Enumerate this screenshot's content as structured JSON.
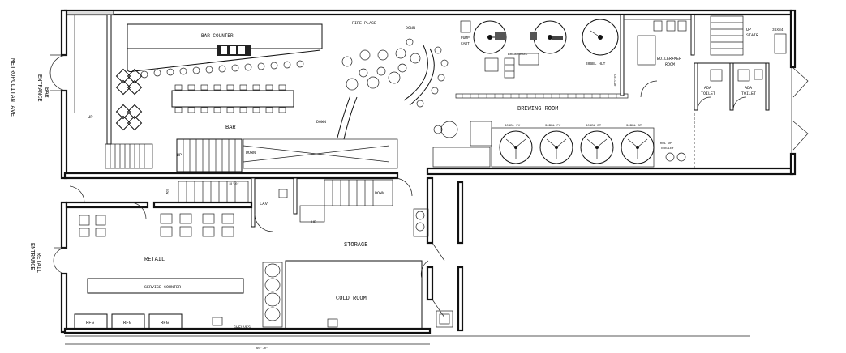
{
  "labels": {
    "street": "METROPOLITAN AVE",
    "bar_entrance": [
      "BAR",
      "ENTRANCE"
    ],
    "retail_entrance": [
      "RETAIL",
      "ENTRANCE"
    ],
    "bar_counter": "BAR COUNTER",
    "fire_place": "FIRE PLACE",
    "down": "DOWN",
    "up": "UP",
    "bar": "BAR",
    "pump_cart": [
      "PUMP",
      "CART"
    ],
    "brewhouse": "BREWHOUSE",
    "hlt": "30BBL HLT",
    "cellar": [
      "CELLAR",
      "CONTROL"
    ],
    "boiler_room": [
      "BOILER+MEP",
      "ROOM"
    ],
    "brewing_room": "BREWING ROOM",
    "up_stair": [
      "UP",
      "STAIR"
    ],
    "dims_36x84": "36X84",
    "ada_toilet": [
      "ADA",
      "TOILET"
    ],
    "fv": [
      "30BBL FV",
      "30BBL FV",
      "30BBL BT",
      "30BBL BT"
    ],
    "kul_op_trolley": [
      "KUL OP",
      "TROLLEY"
    ],
    "lav": "LAV",
    "two_row": [
      "2DW",
      "ON"
    ],
    "retail": "RETAIL",
    "service_counter": "SERVICE COUNTER",
    "storage": "STORAGE",
    "cold_room": "COLD ROOM",
    "rfg": [
      "RFG",
      "RFG",
      "RFG"
    ],
    "shelves": "SHELVES",
    "dim_bottom": "60'-0\"",
    "dim_stair": "18'-0\""
  }
}
